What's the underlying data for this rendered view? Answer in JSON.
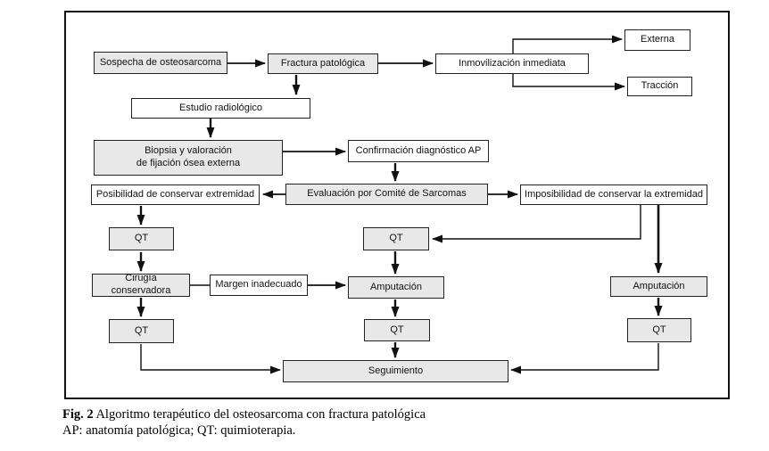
{
  "colors": {
    "box_gray": "#e8e8e8",
    "box_white": "#ffffff",
    "line": "#111111",
    "frame_border": "#111111"
  },
  "nodes": {
    "sospecha": {
      "label": "Sospecha de osteosarcoma",
      "fill": "gray"
    },
    "fractura": {
      "label": "Fractura patológica",
      "fill": "gray"
    },
    "inmovilizacion": {
      "label": "Inmovilización inmediata",
      "fill": "white"
    },
    "externa": {
      "label": "Externa",
      "fill": "white"
    },
    "traccion": {
      "label": "Tracción",
      "fill": "white"
    },
    "estudio": {
      "label": "Estudio radiológico",
      "fill": "white"
    },
    "biopsia": {
      "label": "Biopsia y valoración\nde fijación ósea externa",
      "fill": "gray"
    },
    "confirmacion": {
      "label": "Confirmación diagnóstico AP",
      "fill": "white"
    },
    "evaluacion": {
      "label": "Evaluación por Comité de Sarcomas",
      "fill": "gray"
    },
    "posibilidad": {
      "label": "Posibilidad de conservar extremidad",
      "fill": "white"
    },
    "imposibilidad": {
      "label": "Imposibilidad de conservar la extremidad",
      "fill": "white"
    },
    "qt_left_1": {
      "label": "QT",
      "fill": "gray"
    },
    "qt_center_1": {
      "label": "QT",
      "fill": "gray"
    },
    "cirugia": {
      "label": "Cirugía conservadora",
      "fill": "gray"
    },
    "margen": {
      "label": "Margen inadecuado",
      "fill": "white"
    },
    "amputacion_center": {
      "label": "Amputación",
      "fill": "gray"
    },
    "amputacion_right": {
      "label": "Amputación",
      "fill": "gray"
    },
    "qt_left_2": {
      "label": "QT",
      "fill": "gray"
    },
    "qt_center_2": {
      "label": "QT",
      "fill": "gray"
    },
    "qt_right": {
      "label": "QT",
      "fill": "gray"
    },
    "seguimiento": {
      "label": "Seguimiento",
      "fill": "gray"
    }
  },
  "caption": {
    "fig_label": "Fig. 2",
    "title": " Algoritmo terapéutico del osteosarcoma con fractura patológica",
    "abbreviations": "AP: anatomía patológica; QT: quimioterapia."
  }
}
